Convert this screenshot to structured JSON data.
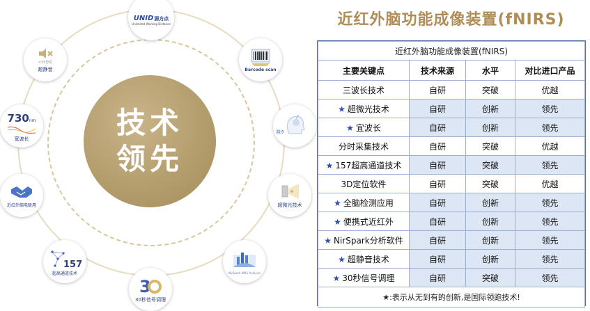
{
  "title": "近红外脑功能成像装置(fNIRS)",
  "center": {
    "line1": "技术",
    "line2": "领先"
  },
  "nodes": {
    "top_logo": "UNID",
    "top_logo_cn": "源方点",
    "top_logo_sub": "Unlimited Working Distance",
    "quiet_small": "<33分贝",
    "quiet": "超静音",
    "barcode": "Barcode scan",
    "fish": "溯汐",
    "ultra": "超微光技术",
    "nirspark": "NirSpark NIRS Analysis",
    "seconds": "30秒信号调理",
    "channels_num": "157",
    "channels": "超高通道技术",
    "combo": "近红外脑电联用",
    "wave_num": "730",
    "wave_unit": "nm",
    "wave": "宽波长"
  },
  "table": {
    "caption": "近红外脑功能成像装置(fNIRS)",
    "headers": [
      "主要关键点",
      "技术来源",
      "水平",
      "对比进口产品"
    ],
    "rows": [
      {
        "star": false,
        "point": "三波长技术",
        "source": "自研",
        "level": "突破",
        "compare": "优越"
      },
      {
        "star": true,
        "point": "超微光技术",
        "source": "自研",
        "level": "创新",
        "compare": "领先"
      },
      {
        "star": true,
        "point": "宜波长",
        "source": "自研",
        "level": "创新",
        "compare": "领先"
      },
      {
        "star": false,
        "point": "分时采集技术",
        "source": "自研",
        "level": "突破",
        "compare": "优越"
      },
      {
        "star": true,
        "point": "157超高通道技术",
        "source": "自研",
        "level": "突破",
        "compare": "领先"
      },
      {
        "star": false,
        "point": "3D定位软件",
        "source": "自研",
        "level": "突破",
        "compare": "优越"
      },
      {
        "star": true,
        "point": "全脑检测应用",
        "source": "自研",
        "level": "创新",
        "compare": "领先"
      },
      {
        "star": true,
        "point": "便携式近红外",
        "source": "自研",
        "level": "创新",
        "compare": "领先"
      },
      {
        "star": true,
        "point": "NirSpark分析软件",
        "source": "自研",
        "level": "创新",
        "compare": "领先"
      },
      {
        "star": true,
        "point": "超静音技术",
        "source": "自研",
        "level": "创新",
        "compare": "领先"
      },
      {
        "star": true,
        "point": "30秒信号调理",
        "source": "自研",
        "level": "突破",
        "compare": "领先"
      }
    ],
    "star_symbol": "★",
    "note": "★:表示从无到有的创新,是国际领跑技术!"
  },
  "colors": {
    "gold": "#b08d55",
    "navy": "#2d3f7c",
    "tint": "#dde6f4"
  }
}
